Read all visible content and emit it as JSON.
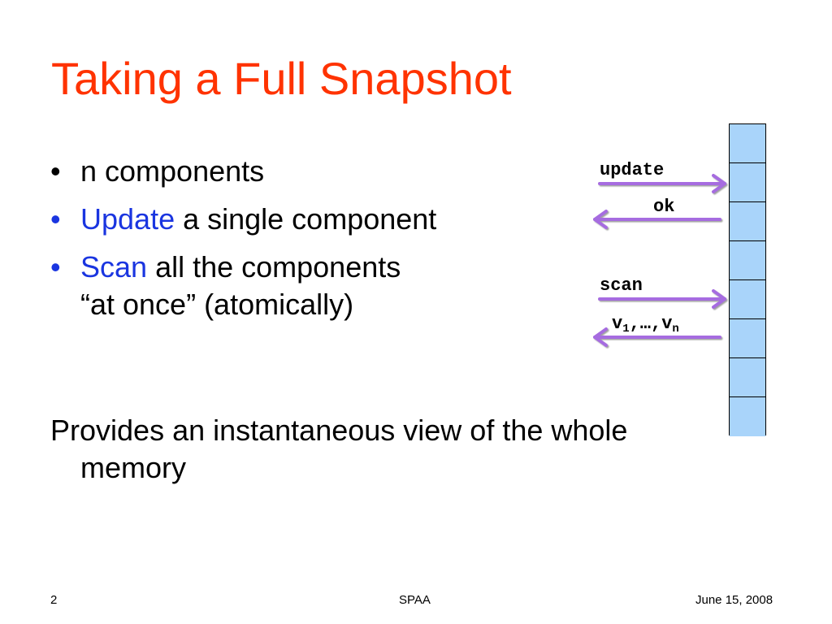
{
  "slide": {
    "title": "Taking a Full Snapshot",
    "bullets": [
      {
        "marker": "•",
        "highlight": "",
        "text": "n components",
        "text2": ""
      },
      {
        "marker": "•",
        "highlight": "Update",
        "text": " a single component",
        "text2": ""
      },
      {
        "marker": "•",
        "highlight": "Scan",
        "text": " all the components",
        "text2": "“at once” (atomically)"
      }
    ],
    "paragraph": "Provides an instantaneous view of the whole memory",
    "diagram": {
      "labels": {
        "update": "update",
        "ok": "ok",
        "scan": "scan",
        "v": "v",
        "sub1": "1",
        "ellipsis": ",…,",
        "subn": "n"
      },
      "memory_cells": 8,
      "arrow_color": "#a66ce0",
      "cell_color": "#a9d4fa"
    },
    "footer": {
      "page_number": "2",
      "center": "SPAA",
      "date": "June 15, 2008"
    },
    "colors": {
      "title": "#ff3300",
      "highlight": "#1a35e0"
    }
  }
}
